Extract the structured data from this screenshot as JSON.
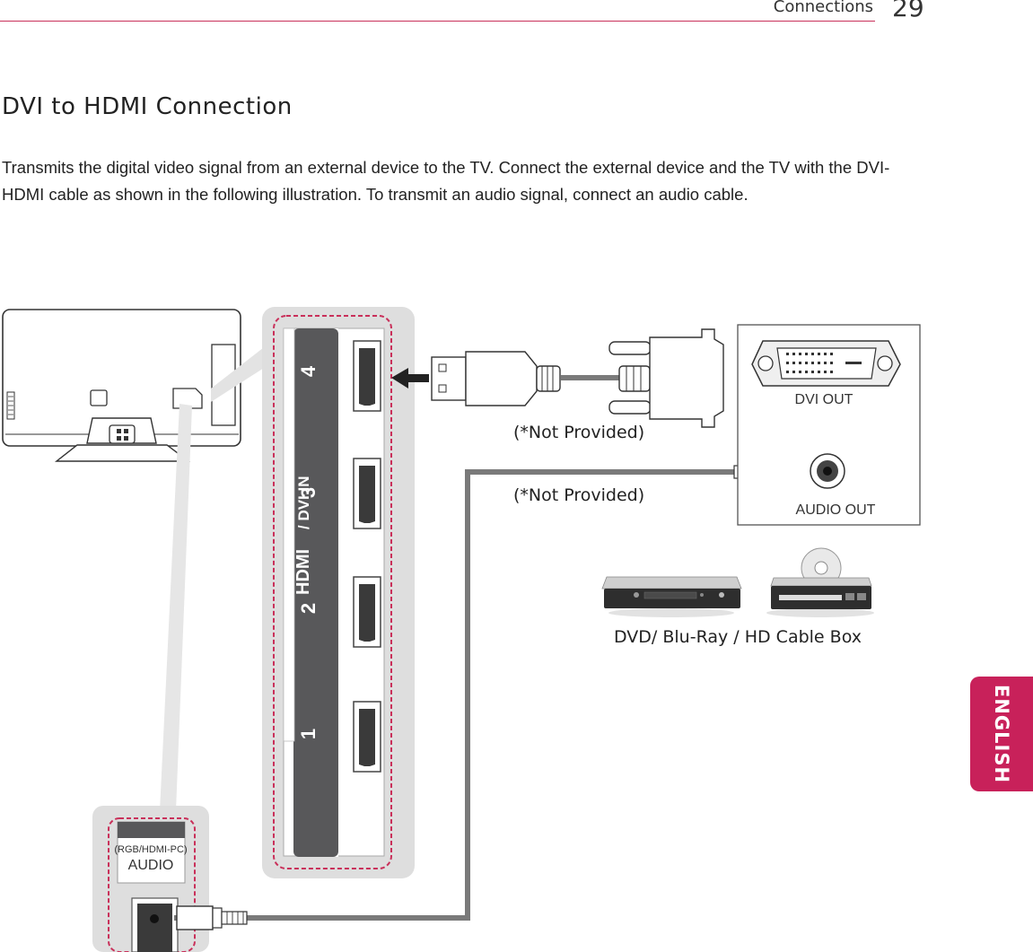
{
  "header": {
    "section": "Connections",
    "page_number": "29"
  },
  "title": "DVI to HDMI Connection",
  "intro": "Transmits the digital video signal from an external device to the TV. Connect the external device and the TV with the DVI-HDMI cable as shown in the following illustration. To transmit an audio signal, connect an audio cable.",
  "diagram": {
    "hdmi_panel": {
      "logo": "HDMI",
      "suffix": "/ DVI IN",
      "port_numbers": [
        "4",
        "3",
        "2",
        "1"
      ]
    },
    "audio_panel": {
      "source": "(RGB/HDMI-PC)",
      "label": "AUDIO"
    },
    "cable_notes": [
      "(*Not Provided)",
      "(*Not Provided)"
    ],
    "device_ports": {
      "video": "DVI OUT",
      "audio": "AUDIO OUT"
    },
    "device_caption": "DVD/ Blu-Ray / HD Cable Box"
  },
  "language_tab": "ENGLISH",
  "colors": {
    "accent": "#c8215a",
    "dashed_outline": "#c9305a",
    "panel_dark": "#58585a",
    "cable": "#7a7a7a"
  }
}
